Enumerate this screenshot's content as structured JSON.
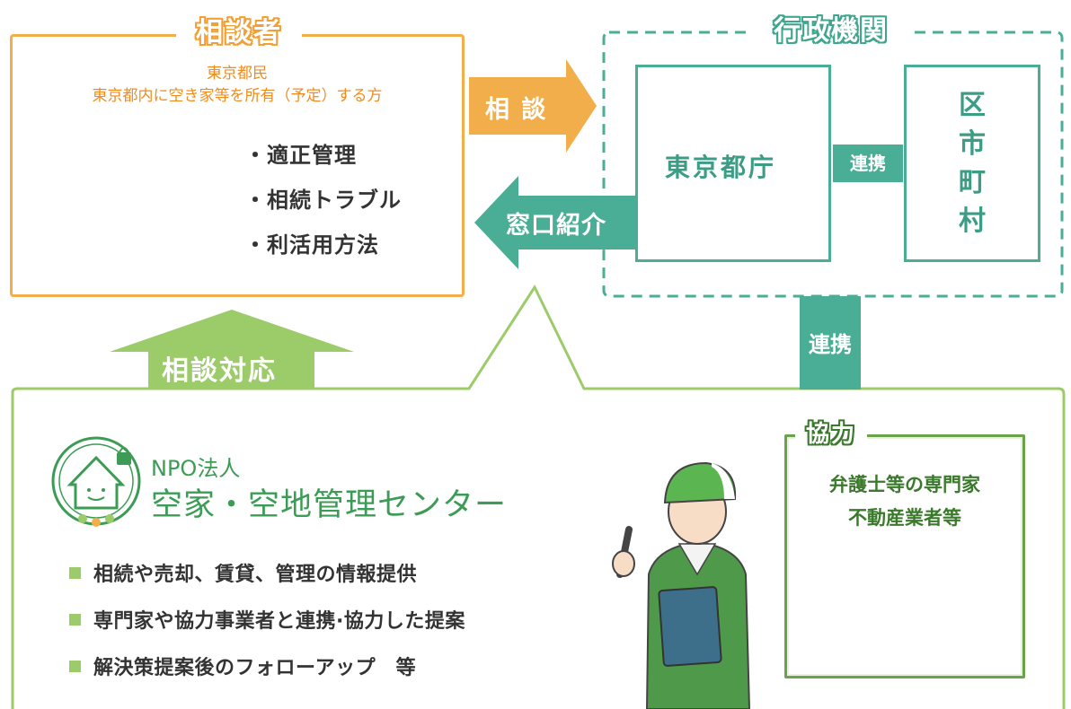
{
  "consultant": {
    "title": "相談者",
    "subtitle_line1": "東京都民",
    "subtitle_line2": "東京都内に空き家等を所有（予定）する方",
    "issues": [
      "・適正管理",
      "・相続トラブル",
      "・利活用方法"
    ]
  },
  "arrows": {
    "consult": "相 談",
    "referral": "窓口紹介",
    "support": "相談対応",
    "cooperate_vertical": "連携",
    "cooperate_horizontal": "連携"
  },
  "administration": {
    "title": "行政機関",
    "tokyo_gov": "東京都庁",
    "municipalities": [
      "区",
      "市",
      "町",
      "村"
    ]
  },
  "npo": {
    "type": "NPO法人",
    "name": "空家・空地管理センター",
    "services": [
      "相続や売却、賃貸、管理の情報提供",
      "専門家や協力事業者と連携·協力した提案",
      "解決策提案後のフォローアップ　等"
    ]
  },
  "collaboration": {
    "title": "協力",
    "line1": "弁護士等の専門家",
    "line2": "不動産業者等"
  },
  "colors": {
    "orange": "#f2ae4a",
    "teal": "#4aae96",
    "green": "#9ccb6a",
    "dark_green": "#3b7a2c"
  }
}
